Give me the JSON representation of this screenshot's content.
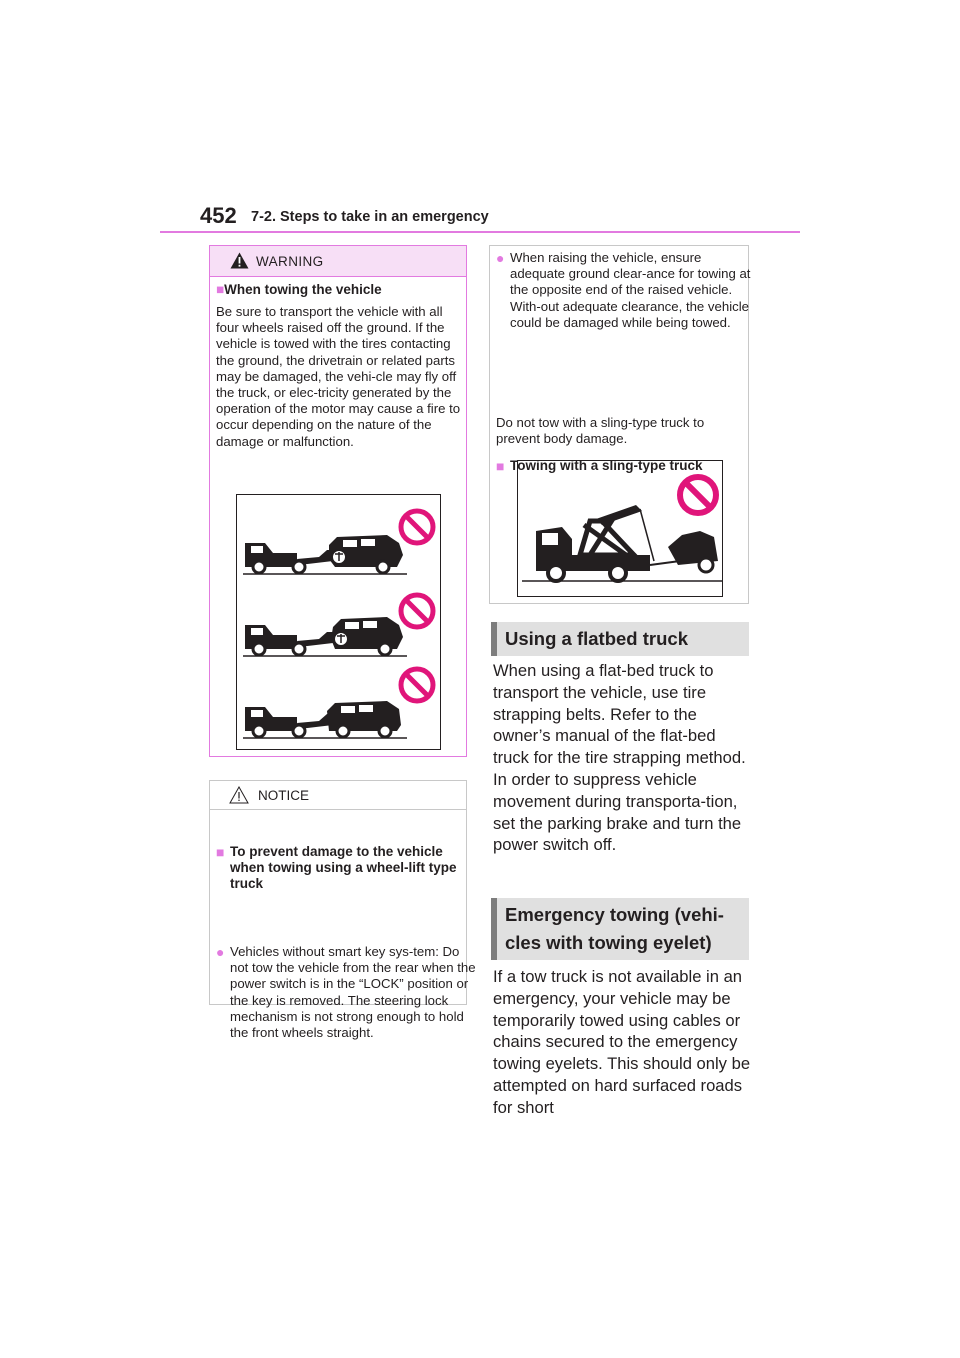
{
  "header": {
    "page_number": "452",
    "section": "7-2. Steps to take in an emergency"
  },
  "warning": {
    "title": "WARNING",
    "subhead_marker": "■",
    "subhead": "When towing the vehicle",
    "text": "Be sure to transport the vehicle with all four wheels raised off the ground. If the vehicle is towed with the tires contacting the ground, the drivetrain or related parts may be damaged, the vehi-cle may fly off the truck, or elec-tricity generated by the operation of the motor may cause a fire to occur depending on the nature of the damage or malfunction.",
    "figure_icon": "prohibited-towing-illustration",
    "colors": {
      "accent": "#e27ae0",
      "header_bg": "#f7dff6",
      "prohibit": "#e0157a"
    }
  },
  "notice": {
    "title": "NOTICE",
    "subhead_marker": "■",
    "subhead": "To prevent damage to the vehicle when towing using a wheel-lift type truck",
    "bullet": "●",
    "item": "Vehicles without smart key sys-tem: Do not tow the vehicle from the rear when the power switch is in the “LOCK” position or the key is removed. The steering lock mechanism is not strong enough to hold the front wheels straight."
  },
  "right_box": {
    "bullet": "●",
    "item": "When raising the vehicle, ensure adequate ground clear-ance for towing at the opposite end of the raised vehicle. With-out adequate clearance, the vehicle could be damaged while being towed.",
    "subhead_marker": "■",
    "subhead": "Towing with a sling-type truck",
    "text": "Do not tow with a sling-type truck to prevent body damage.",
    "figure_icon": "prohibited-sling-truck-illustration"
  },
  "flatbed": {
    "heading": "Using a flatbed truck",
    "paragraph": "When using a flat-bed truck to transport the vehicle, use tire strapping belts. Refer to the owner’s manual of the flat-bed truck for the tire strapping method.\nIn order to suppress vehicle movement during transporta-tion, set the parking brake and turn the power switch off."
  },
  "emergency": {
    "heading": "Emergency towing (vehi-cles with towing eyelet)",
    "paragraph": "If a tow truck is not available in an emergency, your vehicle may be temporarily towed using cables or chains secured to the emergency towing eyelets. This should only be attempted on hard surfaced roads for short"
  }
}
